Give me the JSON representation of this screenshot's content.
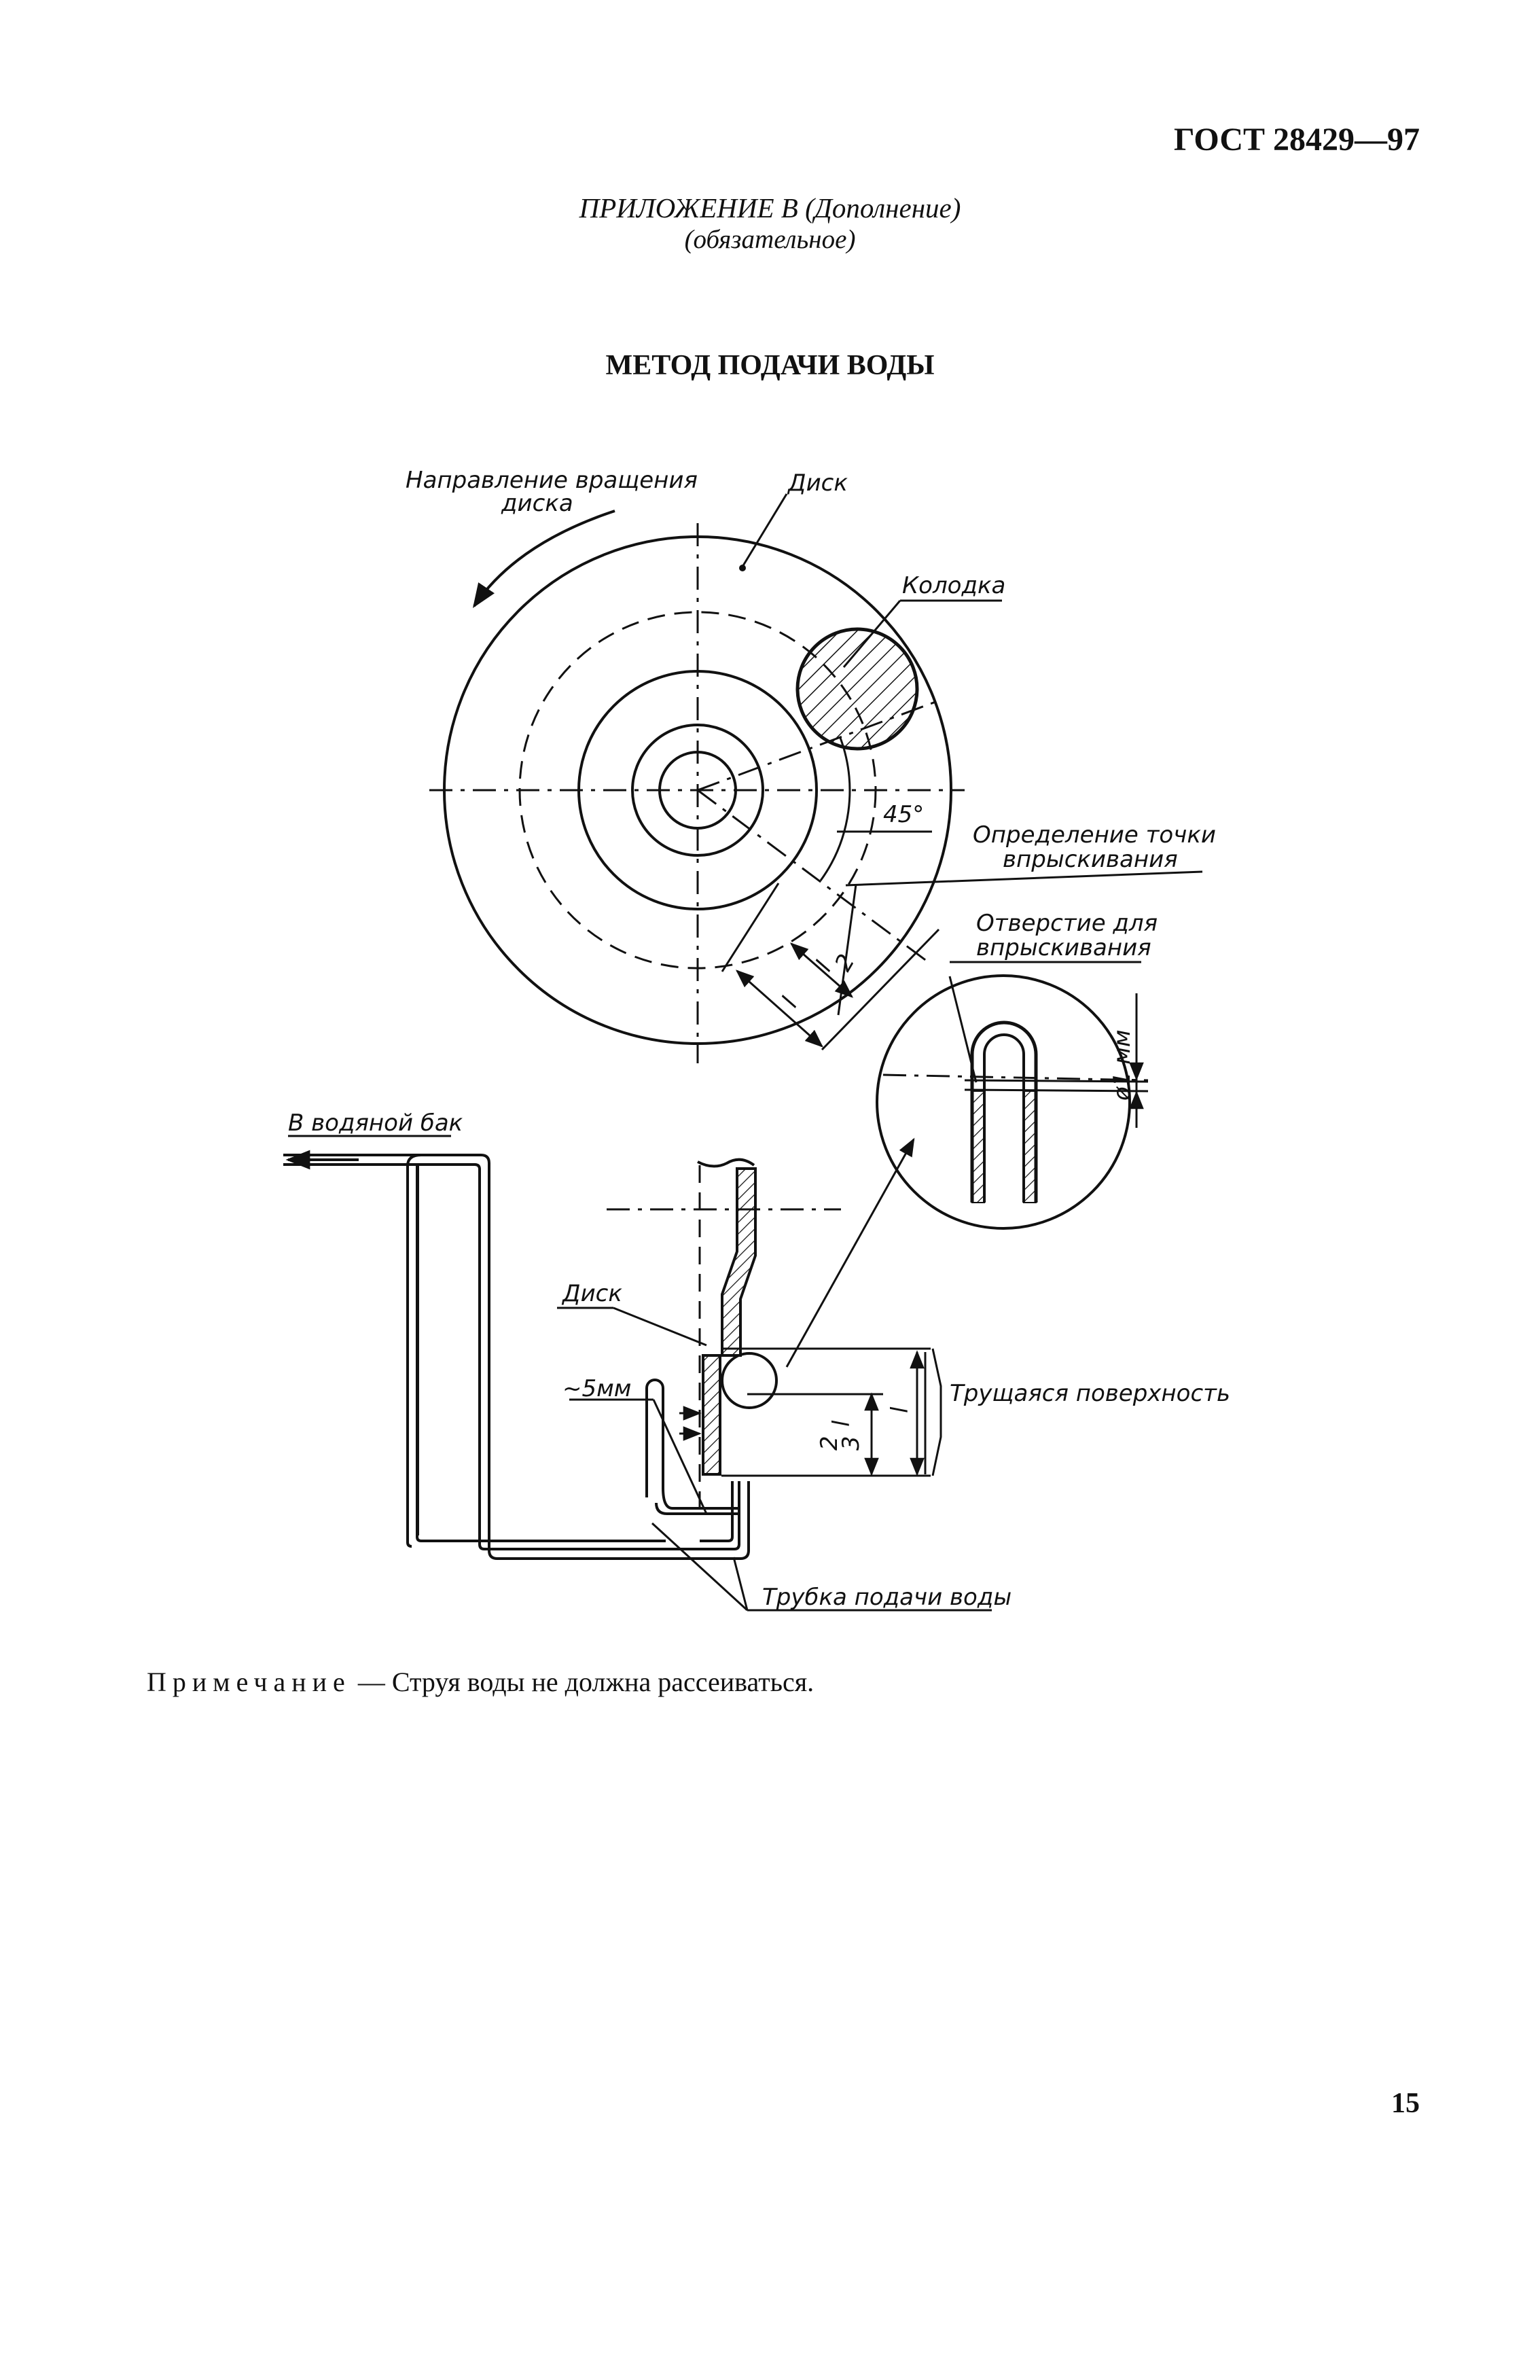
{
  "header": {
    "standard": "ГОСТ 28429—97"
  },
  "appendix": {
    "title": "ПРИЛОЖЕНИЕ В (Дополнение)",
    "subtitle": "(обязательное)"
  },
  "section_title": "МЕТОД ПОДАЧИ ВОДЫ",
  "figure": {
    "labels": {
      "rotation_line1": "Направление вращения",
      "rotation_line2": "диска",
      "disc_top": "Диск",
      "pad": "Колодка",
      "angle": "45°",
      "injection_point_line1": "Определение точки",
      "injection_point_line2": "впрыскивания",
      "hole_line1": "Отверстие для",
      "hole_line2": "впрыскивания",
      "diameter": "ø1 мм",
      "to_tank": "В водяной бак",
      "disc_side": "Диск",
      "gap": "~5мм",
      "rubbing_surface": "Трущаяся поверхность",
      "dim_l": "l",
      "dim_half_l_num": "l",
      "dim_half_l_den": "2",
      "dim_two_thirds_num": "2",
      "dim_two_thirds_den": "3",
      "dim_two_thirds_l": "l",
      "feed_tube": "Трубка подачи воды"
    }
  },
  "note": {
    "lead": "Примечание",
    "text": " — Струя воды не должна рассеиваться."
  },
  "page_number": "15"
}
